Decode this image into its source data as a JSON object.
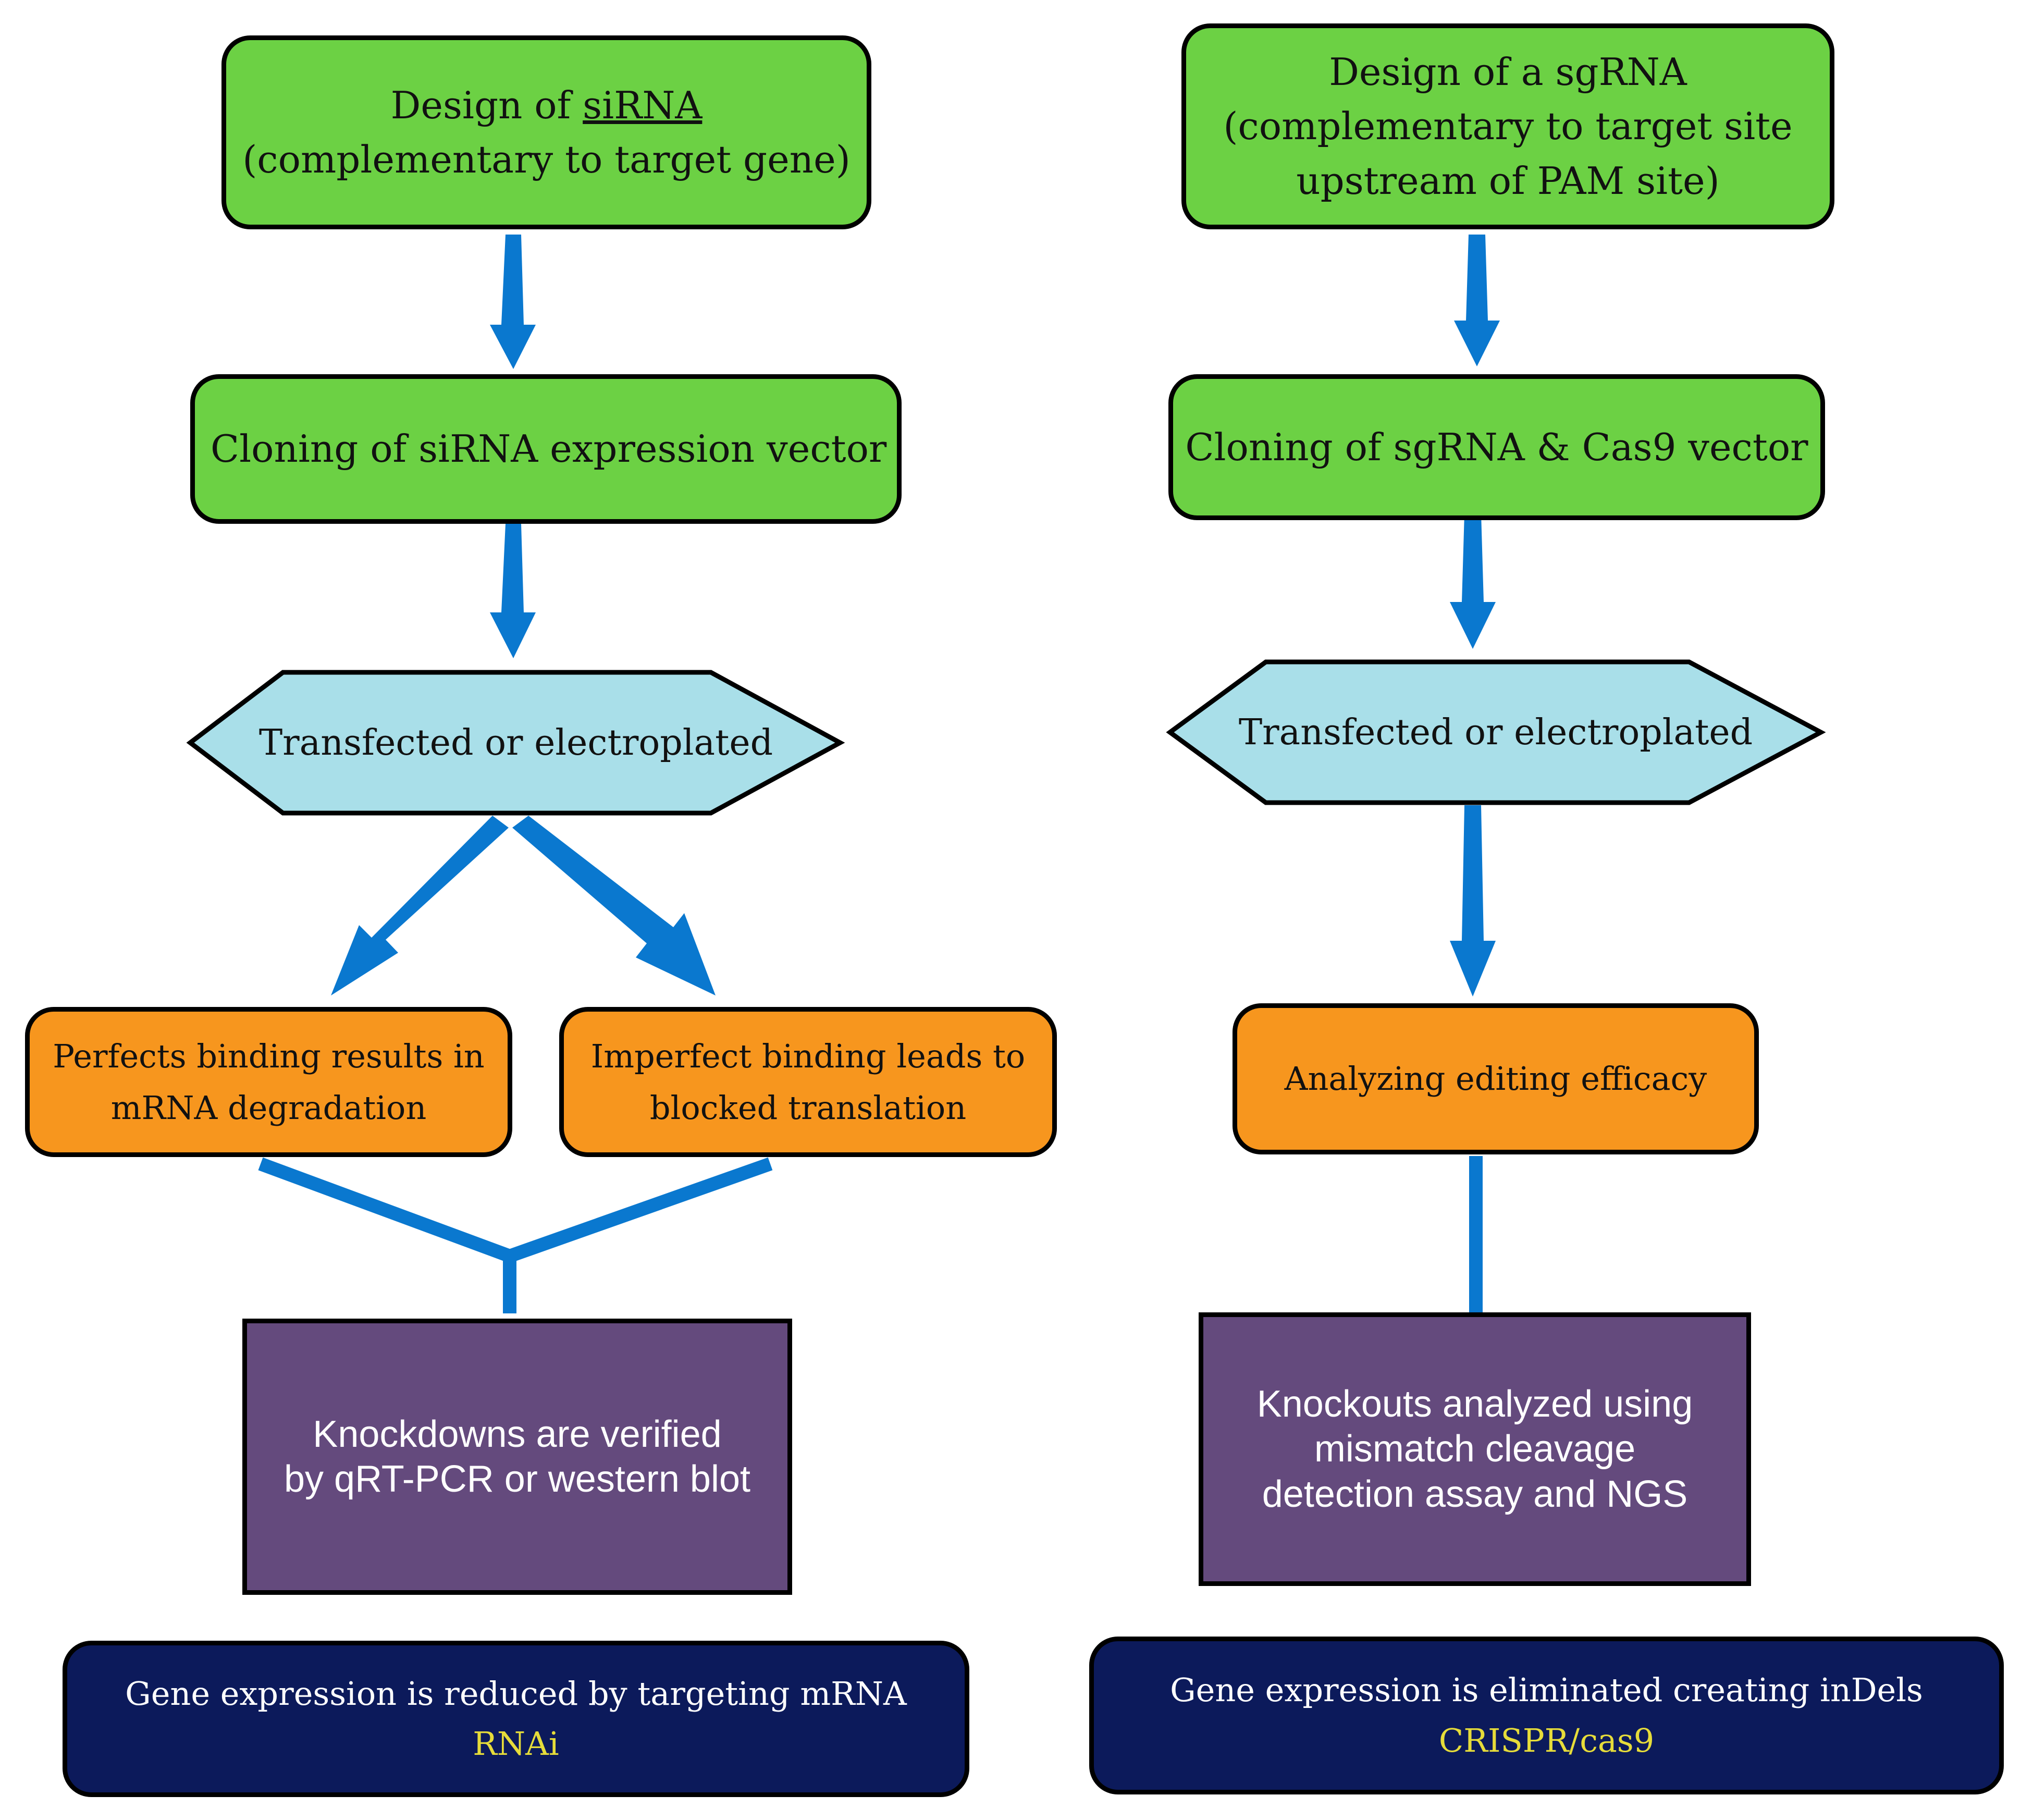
{
  "colors": {
    "design_box": "#6cd144",
    "transfection_hex": "#a9dfe9",
    "analysis_box": "#f7961e",
    "verification_box": "#644a7d",
    "result_box": "#0c1a5b",
    "method_label": "#e6dc3a",
    "arrow": "#0a78cf"
  },
  "rnai": {
    "design": {
      "prefix": "Design of ",
      "term": "siRNA",
      "detail": "(complementary to target gene)"
    },
    "cloning": "Cloning of siRNA expression vector",
    "transfection": "Transfected or electroplated",
    "outcome_perfect": {
      "line1": "Perfects binding results in",
      "line2": "mRNA degradation"
    },
    "outcome_imperfect": {
      "line1": "Imperfect binding leads to",
      "line2": "blocked translation"
    },
    "verification": {
      "line1": "Knockdowns are verified",
      "line2": "by qRT-PCR or western blot"
    },
    "result": {
      "text": "Gene expression is reduced by targeting mRNA",
      "method": "RNAi"
    }
  },
  "crispr": {
    "design": {
      "line1": "Design of a sgRNA",
      "line2": "(complementary to target site",
      "line3": "upstream of PAM site)"
    },
    "cloning": "Cloning of sgRNA & Cas9 vector",
    "transfection": "Transfected or electroplated",
    "analysis": "Analyzing editing efficacy",
    "verification": {
      "line1": "Knockouts analyzed using",
      "line2": "mismatch cleavage",
      "line3": "detection assay and NGS"
    },
    "result": {
      "text": "Gene expression is eliminated creating inDels",
      "method": "CRISPR/cas9"
    }
  }
}
